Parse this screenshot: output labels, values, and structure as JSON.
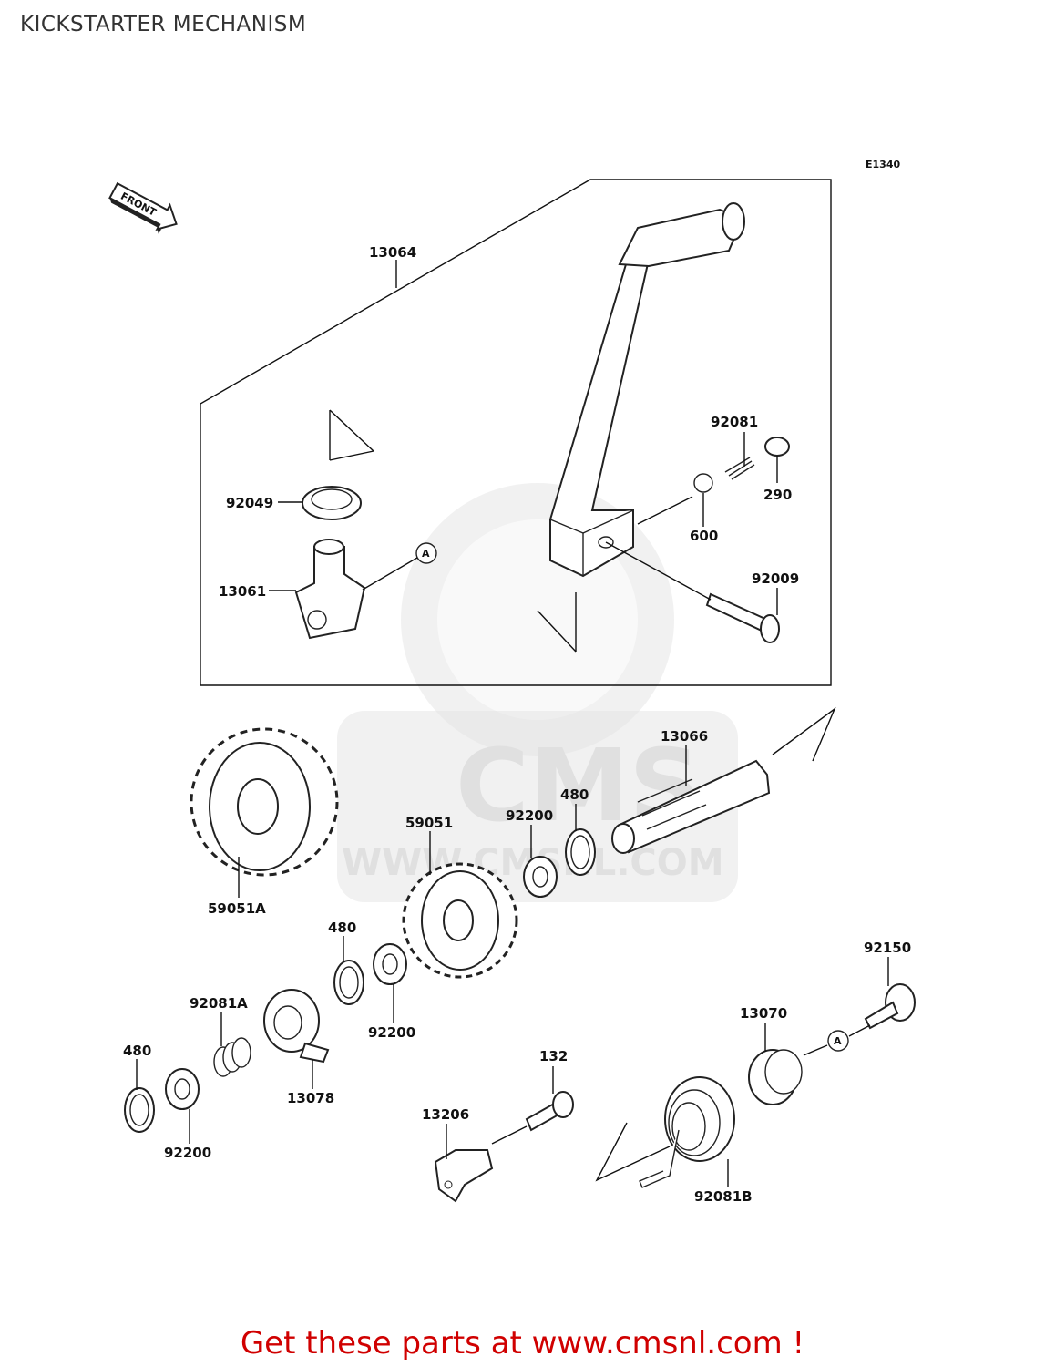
{
  "title": "KICKSTARTER MECHANISM",
  "diagram_code": "E1340",
  "front_label": "FRONT",
  "watermark": {
    "logo_text": "CMS",
    "url_text": "WWW.CMSNL.COM"
  },
  "promo_text": "Get these parts at www.cmsnl.com !",
  "ref_marker": "A",
  "parts": {
    "p13064": "13064",
    "p92081": "92081",
    "p290": "290",
    "p92049": "92049",
    "p600": "600",
    "p13061": "13061",
    "p92009": "92009",
    "p13066": "13066",
    "p480a": "480",
    "p92200a": "92200",
    "p59051": "59051",
    "p59051A": "59051A",
    "p480b": "480",
    "p92200b": "92200",
    "p92081A": "92081A",
    "p480c": "480",
    "p13078": "13078",
    "p92200c": "92200",
    "p92150": "92150",
    "p13070": "13070",
    "p132": "132",
    "p13206": "13206",
    "p92081B": "92081B"
  },
  "colors": {
    "promo": "#d00000",
    "title": "#333333",
    "watermark": "#e4e4e4"
  }
}
